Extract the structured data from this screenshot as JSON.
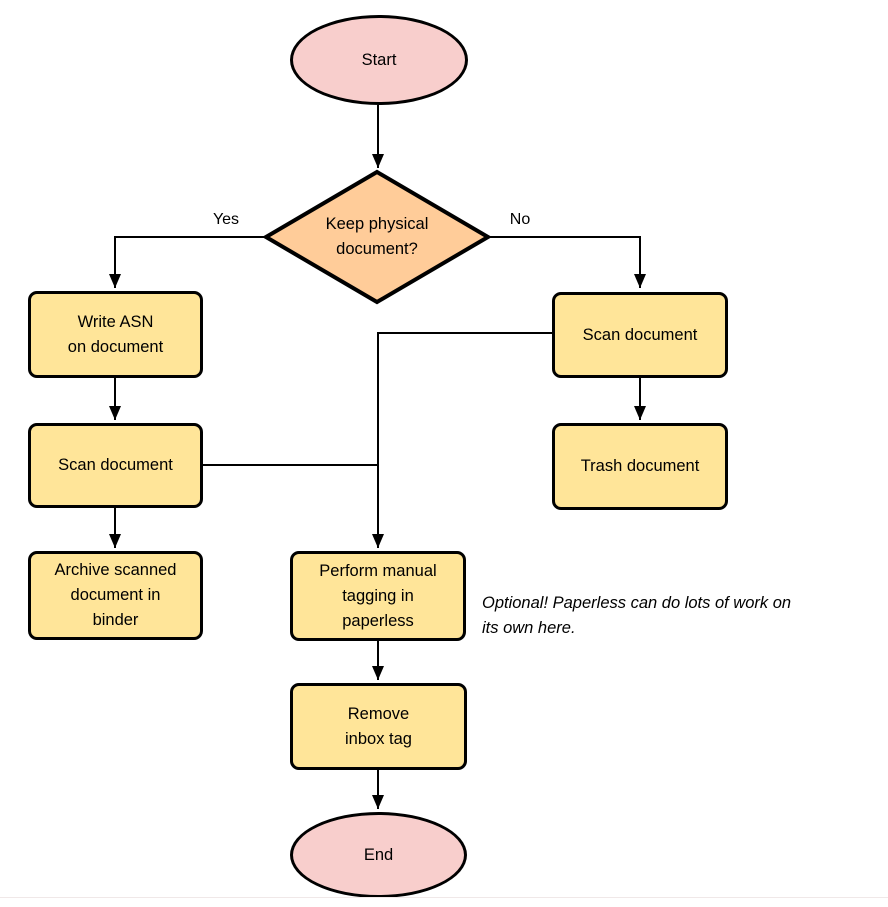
{
  "diagram": {
    "nodes": {
      "start": {
        "label": "Start"
      },
      "decision": {
        "label": "Keep physical\ndocument?"
      },
      "write_asn": {
        "label": "Write ASN\non document"
      },
      "scan_left": {
        "label": "Scan document"
      },
      "archive": {
        "label": "Archive scanned\ndocument in\nbinder"
      },
      "scan_right": {
        "label": "Scan document"
      },
      "trash": {
        "label": "Trash document"
      },
      "perform_tagging": {
        "label": "Perform manual\ntagging in\npaperless"
      },
      "remove_inbox": {
        "label": "Remove\ninbox tag"
      },
      "end": {
        "label": "End"
      }
    },
    "edge_labels": {
      "yes": "Yes",
      "no": "No"
    },
    "note": "Optional! Paperless can do lots of work on\nits own here.",
    "colors": {
      "terminal_fill": "#F8CECC",
      "decision_fill": "#FFCC99",
      "process_fill": "#FFE599",
      "stroke": "#000000"
    }
  }
}
